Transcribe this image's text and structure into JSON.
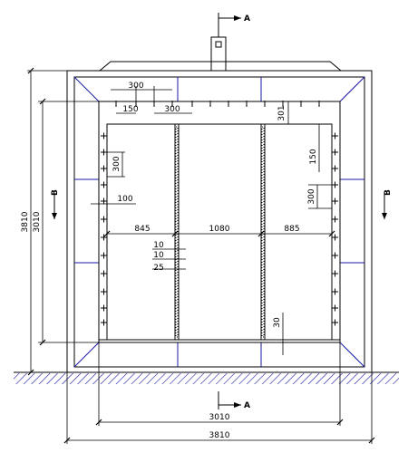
{
  "colors": {
    "line": "#000000",
    "blue": "#1a1aa6",
    "ground": "#1a1aa6"
  },
  "section_marks": {
    "top": "A",
    "bottom": "A",
    "left": "B",
    "right": "B"
  },
  "dimensions": {
    "overall_width": "3810",
    "inner_width": "3010",
    "overall_height": "3810",
    "inner_height": "3010",
    "anchor_spacing_top": "300",
    "anchor_spacing_top_2": "300",
    "edge_offset_top": "150",
    "edge_offset_top_right": "301",
    "anchor_spacing_left": "300",
    "edge_offset_left": "100",
    "edge_offset_right": "150",
    "anchor_spacing_right": "300",
    "panel_left": "845",
    "panel_middle": "1080",
    "panel_right": "885",
    "gap_1": "10",
    "gap_2": "10",
    "gap_3": "25",
    "bottom_offset": "30"
  }
}
